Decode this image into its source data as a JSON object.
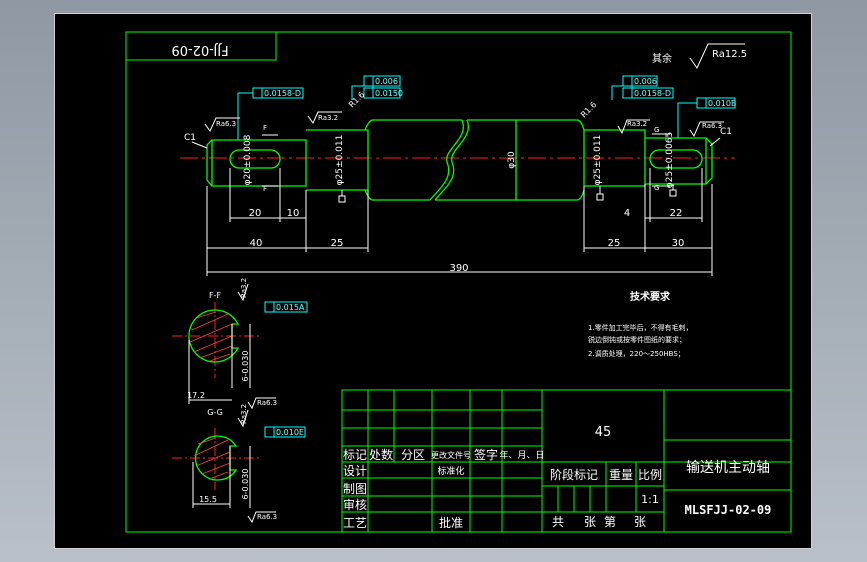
{
  "colors": {
    "background": "#000000",
    "border": "#00ff00",
    "part": "#00ff00",
    "dimension": "#ffffff",
    "centerline": "#ff2020",
    "hatch": "#ff4040",
    "tolerance": "#00ffff",
    "annotation_yellow": "#ffff66"
  },
  "drawing": {
    "code_upside_down": "FJJ-02-09",
    "surface_rest_label": "其余",
    "surface_rest_value": "Ra12.5",
    "tolerances": {
      "left_top_1": "0.0158-D",
      "left_top_2": "0.006",
      "left_top_3": "0.0150",
      "right_top_1": "0.006",
      "right_top_2": "0.0158-D",
      "right_top_3": "0.010B",
      "section_f": "0.015A",
      "section_g": "0.010E"
    },
    "roughness": {
      "left_end": "Ra6.3",
      "left_shoulder": "Ra3.2",
      "right_shoulder": "Ra3.2",
      "right_end": "Ra6.3"
    },
    "chamfers": [
      "C1",
      "C1"
    ],
    "fillets": [
      "R1.6",
      "R1.6"
    ],
    "section_letters": {
      "f_left": "F",
      "f_left_bottom": "F",
      "g_right": "G",
      "g_right_bottom": "G"
    },
    "diameters": {
      "left_end": "φ20±0.008",
      "left_bearing": "φ25±0.011",
      "middle": "φ30",
      "right_bearing": "φ25±0.011",
      "right_end": "φ25±0.0065"
    },
    "lengths": {
      "left_key": "20",
      "left_key_offset": "10",
      "left_end_total": "40",
      "left_bearing": "25",
      "overall": "390",
      "right_key_offset": "4",
      "right_key": "22",
      "right_bearing": "25",
      "right_end_total": "30"
    },
    "sections": {
      "f_title": "F-F",
      "f_width": "17.2",
      "f_depth": "6-0.030",
      "f_rough_1": "Ra3.2",
      "f_rough_2": "Ra6.3",
      "g_title": "G-G",
      "g_width": "15.5",
      "g_depth": "6-0.030",
      "g_rough_1": "Ra3.2",
      "g_rough_2": "Ra6.3"
    },
    "tech_requirements": {
      "title": "技术要求",
      "line1": "1.零件加工完毕后，不得有毛刺，",
      "line2": "   锐边倒钝或按零件图纸的要求；",
      "line3": "2.调质处理，220～250HBS；"
    }
  },
  "title_block": {
    "material": "45",
    "part_name": "输送机主动轴",
    "drawing_number": "MLSFJJ-02-09",
    "rev_headers": [
      "标记",
      "处数",
      "分区",
      "更改文件号",
      "签字",
      "年、月、日"
    ],
    "role_design": "设计",
    "role_standard": "标准化",
    "role_draw": "制图",
    "role_check": "审核",
    "role_process": "工艺",
    "role_approve": "批准",
    "stage_mark": "阶段标记",
    "weight": "重量",
    "scale_label": "比例",
    "scale": "1:1",
    "sheets_total": "共",
    "sheets_unit": "张",
    "sheet_no": "第",
    "sheet_unit": "张"
  }
}
